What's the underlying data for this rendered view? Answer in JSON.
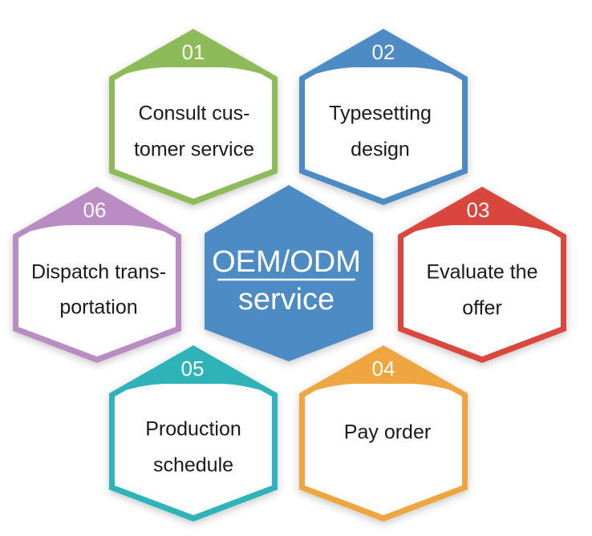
{
  "center": {
    "line1": "OEM/ODM",
    "line2": "service",
    "color": "#4e8bc4"
  },
  "steps": [
    {
      "number": "01",
      "line1": "Consult cus-",
      "line2": "tomer service",
      "color": "#8dbb5a"
    },
    {
      "number": "02",
      "line1": "Typesetting",
      "line2": "design",
      "color": "#4e8bc4"
    },
    {
      "number": "03",
      "line1": "Evaluate the",
      "line2": "offer",
      "color": "#d9463e"
    },
    {
      "number": "04",
      "line1": "Pay order",
      "line2": "",
      "color": "#f0a640"
    },
    {
      "number": "05",
      "line1": "Production",
      "line2": "schedule",
      "color": "#2fb3b8"
    },
    {
      "number": "06",
      "line1": "Dispatch trans-",
      "line2": "portation",
      "color": "#b98cc4"
    }
  ]
}
